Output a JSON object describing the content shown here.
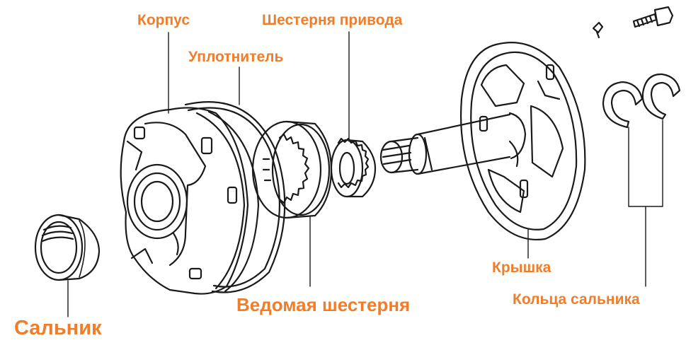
{
  "labels": {
    "housing": "Корпус",
    "seal_ring": "Уплотнитель",
    "drive_gear": "Шестерня привода",
    "cover": "Крышка",
    "seal_rings": "Кольца сальника",
    "driven_gear": "Ведомая шестерня",
    "oil_seal": "Сальник"
  },
  "colors": {
    "label": "#f07d2a",
    "line_art": "#1a1a1a",
    "background": "#ffffff"
  }
}
